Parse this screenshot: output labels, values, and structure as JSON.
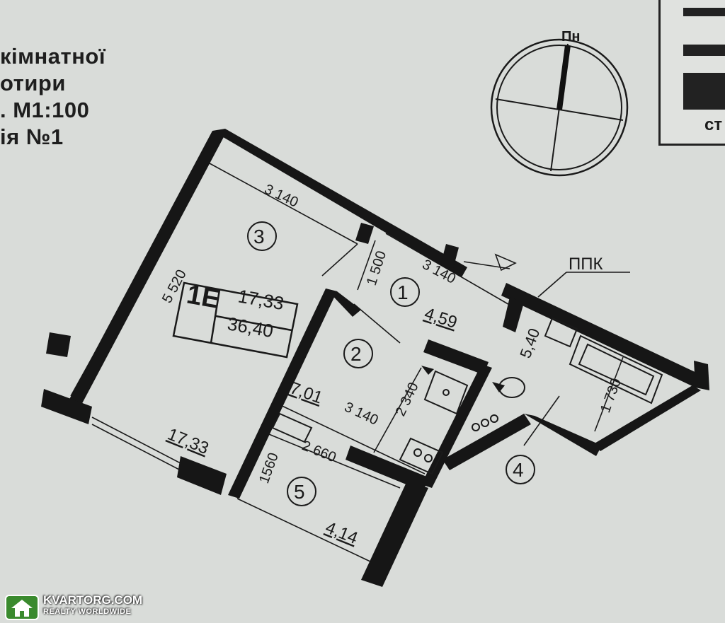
{
  "title": {
    "line1": "кімнатної",
    "line2": "отири",
    "line3": ". М1:100",
    "line4": "ія №1"
  },
  "compass": {
    "north_label": "Пн"
  },
  "legend": {
    "label": "ст"
  },
  "apartment": {
    "type_code": "1Е",
    "living_area": "17,33",
    "total_area": "36,40"
  },
  "rooms": [
    {
      "number": "1",
      "area": "4,59"
    },
    {
      "number": "2",
      "area": "7,01"
    },
    {
      "number": "3",
      "area": "17,33"
    },
    {
      "number": "4",
      "area": "5,40"
    },
    {
      "number": "5",
      "area": "4,14"
    }
  ],
  "dimensions": {
    "room3_width": "3 140",
    "room3_length": "5 520",
    "corridor_width": "1 500",
    "hall_length": "3 140",
    "kitchen_width": "3 140",
    "kitchen_depth": "2 340",
    "loggia_length": "2 660",
    "loggia_depth": "1560",
    "bath_depth": "1 730"
  },
  "labels": {
    "ppk": "ППК"
  },
  "watermark": {
    "title": "KVARTORG.COM",
    "subtitle": "REALTY WORLDWIDE"
  },
  "colors": {
    "wall": "#161616",
    "paper": "#d9dcd9",
    "ink": "#1a1a1a",
    "watermark_green": "#3a8a2e"
  }
}
